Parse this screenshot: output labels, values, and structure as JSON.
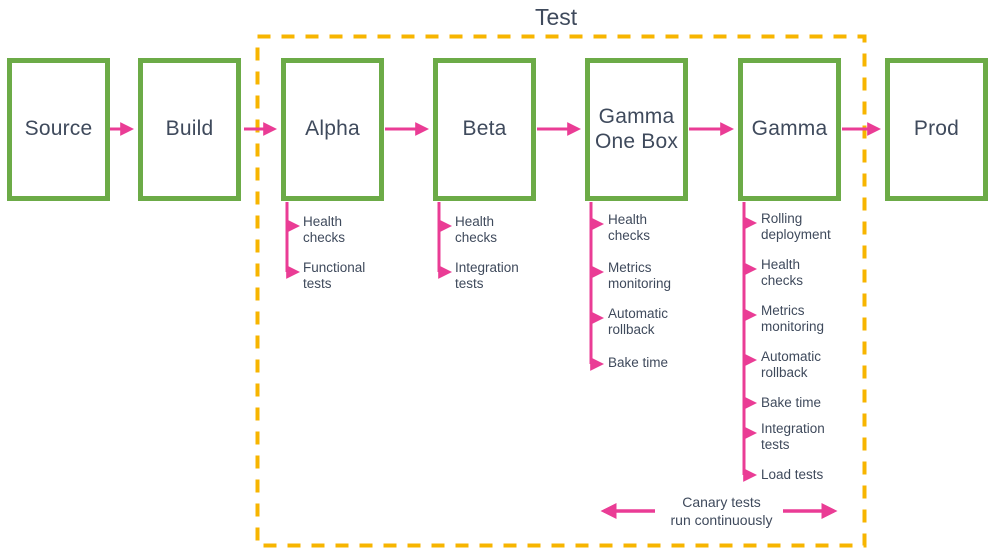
{
  "diagram": {
    "title": "Test",
    "colors": {
      "stage_border": "#6cab47",
      "group_border": "#f7b500",
      "arrow": "#ea3c95",
      "text": "#3f4a5c",
      "background": "#ffffff"
    },
    "group": {
      "label": "Test",
      "style": "dashed",
      "contains": [
        "Alpha",
        "Beta",
        "Gamma One Box",
        "Gamma"
      ]
    },
    "stages": [
      {
        "id": "source",
        "label": "Source",
        "in_test_group": false,
        "checks": []
      },
      {
        "id": "build",
        "label": "Build",
        "in_test_group": false,
        "checks": []
      },
      {
        "id": "alpha",
        "label": "Alpha",
        "in_test_group": true,
        "checks": [
          "Health\nchecks",
          "Functional\ntests"
        ]
      },
      {
        "id": "beta",
        "label": "Beta",
        "in_test_group": true,
        "checks": [
          "Health\nchecks",
          "Integration\ntests"
        ]
      },
      {
        "id": "gamma-one-box",
        "label": "Gamma\nOne Box",
        "in_test_group": true,
        "checks": [
          "Health\nchecks",
          "Metrics\nmonitoring",
          "Automatic\nrollback",
          "Bake time"
        ]
      },
      {
        "id": "gamma",
        "label": "Gamma",
        "in_test_group": true,
        "checks": [
          "Rolling\ndeployment",
          "Health\nchecks",
          "Metrics\nmonitoring",
          "Automatic\nrollback",
          "Bake time",
          "Integration\ntests",
          "Load tests"
        ]
      },
      {
        "id": "prod",
        "label": "Prod",
        "in_test_group": false,
        "checks": []
      }
    ],
    "flow_arrows": [
      {
        "from": "source",
        "to": "build"
      },
      {
        "from": "build",
        "to": "alpha"
      },
      {
        "from": "alpha",
        "to": "beta"
      },
      {
        "from": "beta",
        "to": "gamma-one-box"
      },
      {
        "from": "gamma-one-box",
        "to": "gamma"
      },
      {
        "from": "gamma",
        "to": "prod"
      }
    ],
    "annotation": {
      "label": "Canary tests\nrun continuously",
      "arrow_direction": "bidirectional"
    }
  }
}
